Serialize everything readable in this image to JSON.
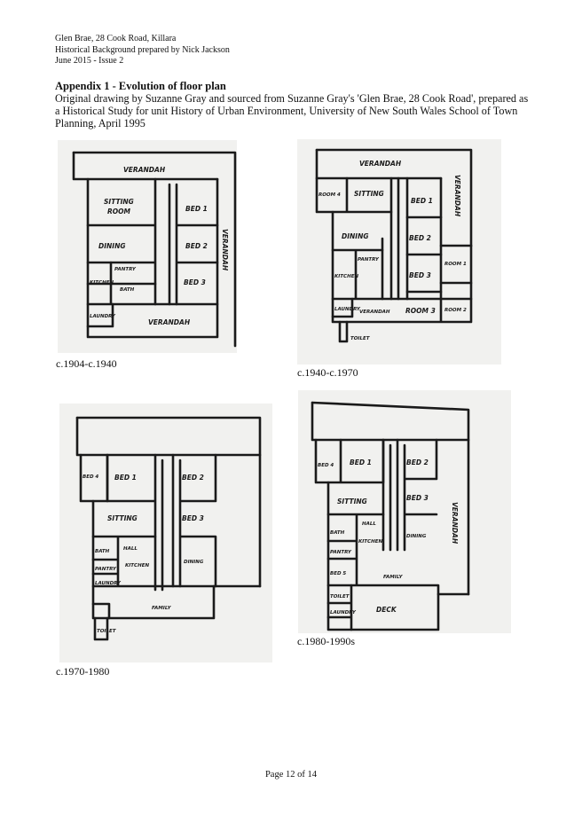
{
  "header": {
    "line1": "Glen Brae, 28 Cook Road, Killara",
    "line2": "Historical Background prepared by Nick Jackson",
    "line3": "June 2015 - Issue 2"
  },
  "appendix_title": "Appendix 1 - Evolution of floor plan",
  "intro": "Original drawing by Suzanne Gray and sourced from Suzanne Gray's 'Glen Brae, 28 Cook Road', prepared as a Historical Study for unit History of Urban Environment, University of New South Wales School of Town Planning, April 1995",
  "plans": [
    {
      "caption": "c.1904-c.1940",
      "labels": {
        "verandah_top": "VERANDAH",
        "sitting_room_1": "SITTING",
        "sitting_room_2": "ROOM",
        "bed1": "BED 1",
        "dining": "DINING",
        "bed2": "BED 2",
        "pantry": "PANTRY",
        "kitchen": "KITCHEN",
        "bath": "BATH",
        "bed3": "BED 3",
        "laundry": "LAUNDRY",
        "verandah_bottom": "VERANDAH",
        "verandah_side": "VERANDAH"
      }
    },
    {
      "caption": "c.1940-c.1970",
      "labels": {
        "verandah_top": "VERANDAH",
        "room4": "ROOM 4",
        "sitting": "SITTING",
        "bed1": "BED 1",
        "verandah_side": "VERANDAH",
        "dining": "DINING",
        "bed2": "BED 2",
        "pantry": "PANTRY",
        "room1": "ROOM 1",
        "kitchen": "KITCHEN",
        "bed3": "BED 3",
        "laundry": "LAUNDRY",
        "verandah_bottom": "VERANDAH",
        "room3": "ROOM 3",
        "room2": "ROOM 2",
        "toilet": "TOILET"
      }
    },
    {
      "caption": "c.1970-1980",
      "labels": {
        "bed4": "BED 4",
        "bed1": "BED 1",
        "bed2": "BED 2",
        "sitting": "SITTING",
        "bed3": "BED 3",
        "bath": "BATH",
        "hall": "HALL",
        "kitchen": "KITCHEN",
        "dining": "DINING",
        "pantry": "PANTRY",
        "laundry": "LAUNDRY",
        "family": "FAMILY",
        "toilet": "TOILET"
      }
    },
    {
      "caption": "c.1980-1990s",
      "labels": {
        "bed4": "BED 4",
        "bed1": "BED 1",
        "bed2": "BED 2",
        "sitting": "SITTING",
        "bed3": "BED 3",
        "hall": "HALL",
        "bath": "BATH",
        "kitchen": "KITCHEN",
        "dining": "DINING",
        "pantry": "PANTRY",
        "bed5": "BED 5",
        "family": "FAMILY",
        "toilet": "TOILET",
        "laundry": "LAUNDRY",
        "deck": "DECK",
        "verandah_side": "VERANDAH"
      }
    }
  ],
  "page_number": "Page 12 of 14"
}
